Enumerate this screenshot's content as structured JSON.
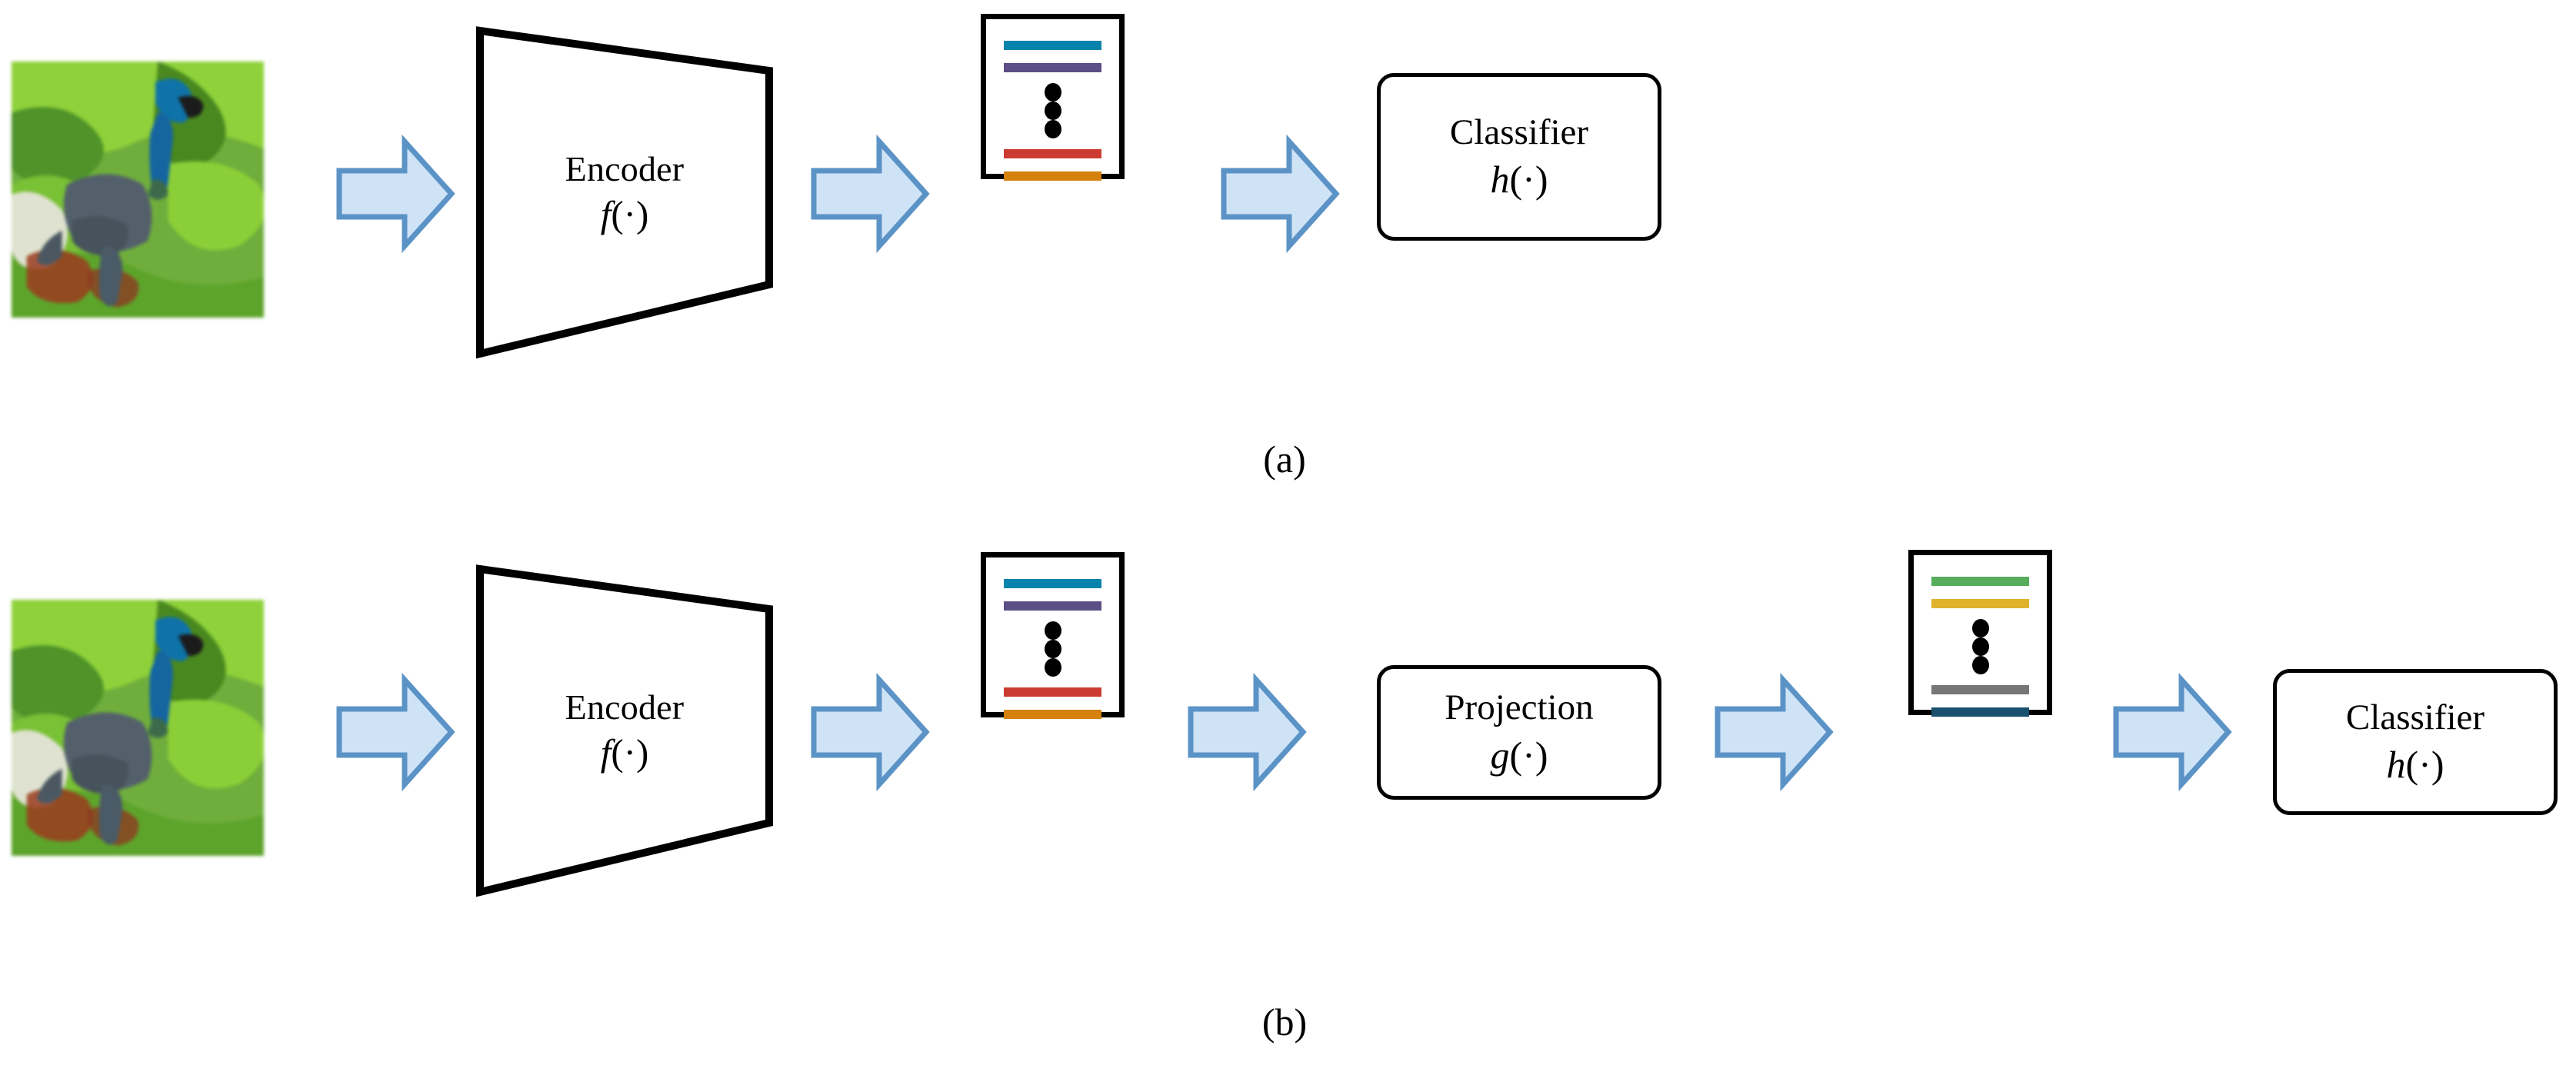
{
  "figure": {
    "background_color": "#ffffff",
    "subfigures": [
      {
        "id": "a",
        "caption": "(a)",
        "description": "Encoder followed directly by a classifier"
      },
      {
        "id": "b",
        "caption": "(b)",
        "description": "Encoder, projection head, then classifier"
      }
    ]
  },
  "input_image": {
    "alt": "Low-resolution blurred photograph of a blue-necked peacock standing in green foliage",
    "palette": {
      "foliage_light": "#8ed13a",
      "foliage_mid": "#62ad2e",
      "foliage_dark": "#2f6b1d",
      "bird_neck": "#0f72a8",
      "bird_body": "#53606b",
      "ground_light": "#d9dcc8",
      "ground_red": "#9b3c1e"
    }
  },
  "blocks": {
    "encoder": {
      "name": "Encoder",
      "function": "f",
      "function_arg": "(·)",
      "shape": "trapezoid",
      "stroke_color": "#000000"
    },
    "projection": {
      "name": "Projection",
      "function": "g",
      "function_arg": "(·)",
      "shape": "rounded-rectangle",
      "stroke_color": "#000000"
    },
    "classifier": {
      "name": "Classifier",
      "function": "h",
      "function_arg": "(·)",
      "shape": "rounded-rectangle",
      "stroke_color": "#000000"
    }
  },
  "arrow_style": {
    "fill": "#cfe3f7",
    "stroke": "#5b93c6",
    "direction": "right"
  },
  "feature_vectors": {
    "representation": {
      "label": "representation feature vector",
      "container_stroke": "#000000",
      "cells": [
        {
          "index": 0,
          "position": "top",
          "fill": "#95dcf2",
          "border": "#0884ac"
        },
        {
          "index": 1,
          "position": "second",
          "fill": "#d2cee6",
          "border": "#5b4f86"
        },
        {
          "index": 2,
          "position": "ellipsis",
          "type": "vertical-dots",
          "dot_count": 3,
          "color": "#000000"
        },
        {
          "index": 3,
          "position": "fourth",
          "fill": "#fbd6d3",
          "border": "#cc3b32"
        },
        {
          "index": 4,
          "position": "bottom",
          "fill": "#fcd29b",
          "border": "#d4820d"
        }
      ]
    },
    "projection_output": {
      "label": "projected feature vector",
      "container_stroke": "#000000",
      "cells": [
        {
          "index": 0,
          "position": "top",
          "fill": "#d3e8d4",
          "border": "#57ad5b"
        },
        {
          "index": 1,
          "position": "second",
          "fill": "#fdeec2",
          "border": "#e0b32c"
        },
        {
          "index": 2,
          "position": "ellipsis",
          "type": "vertical-dots",
          "dot_count": 3,
          "color": "#000000"
        },
        {
          "index": 3,
          "position": "fourth",
          "fill": "#f3f3f3",
          "border": "#767676"
        },
        {
          "index": 4,
          "position": "bottom",
          "fill": "#aec7d8",
          "border": "#19506e"
        }
      ]
    }
  },
  "pipeline_a": {
    "steps": [
      "input-image",
      "arrow",
      "encoder",
      "arrow",
      "representation-vector",
      "arrow",
      "classifier"
    ]
  },
  "pipeline_b": {
    "steps": [
      "input-image",
      "arrow",
      "encoder",
      "arrow",
      "representation-vector",
      "arrow",
      "projection",
      "arrow",
      "projection-output-vector",
      "arrow",
      "classifier"
    ]
  }
}
